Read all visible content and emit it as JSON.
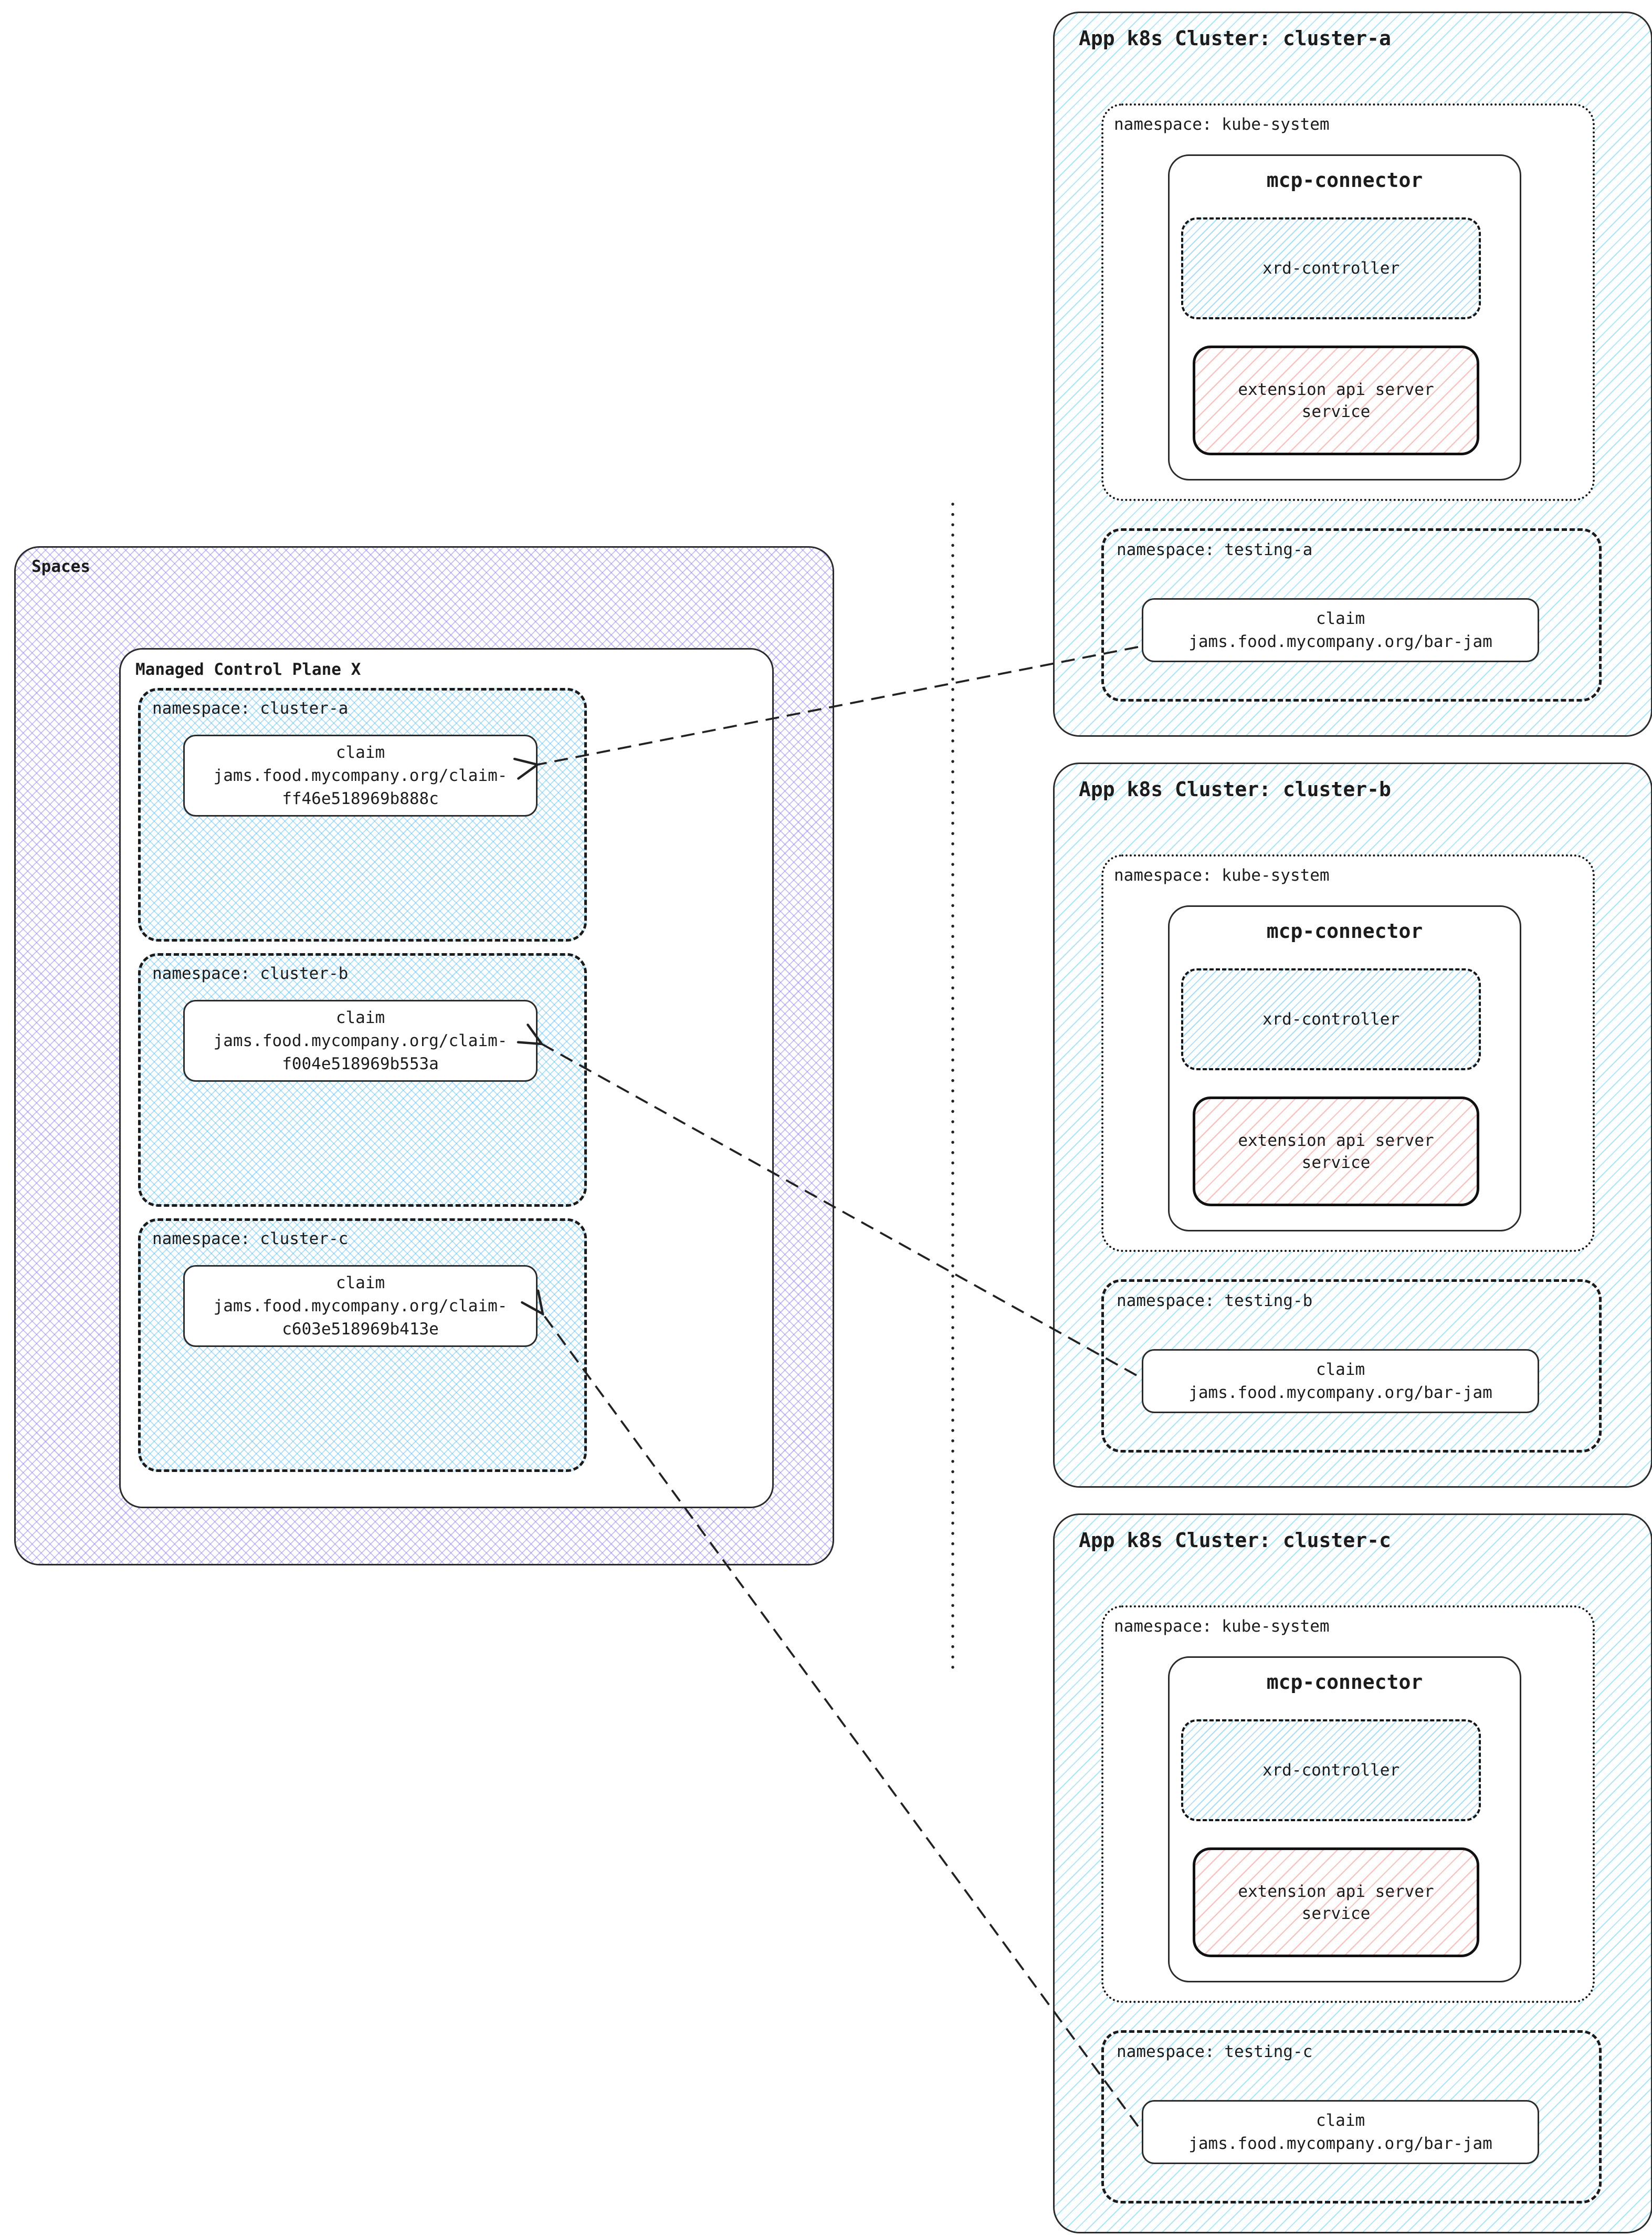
{
  "spaces": {
    "title": "Spaces",
    "control_plane": {
      "title": "Managed Control Plane X",
      "namespaces": [
        {
          "label": "namespace: cluster-a",
          "claim_lines": [
            "claim",
            "jams.food.mycompany.org/claim-",
            "ff46e518969b888c"
          ]
        },
        {
          "label": "namespace: cluster-b",
          "claim_lines": [
            "claim",
            "jams.food.mycompany.org/claim-",
            "f004e518969b553a"
          ]
        },
        {
          "label": "namespace: cluster-c",
          "claim_lines": [
            "claim",
            "jams.food.mycompany.org/claim-",
            "c603e518969b413e"
          ]
        }
      ]
    }
  },
  "clusters": [
    {
      "title": "App k8s Cluster: cluster-a",
      "kube_system_label": "namespace: kube-system",
      "mcp_connector_title": "mcp-connector",
      "xrd_controller_label": "xrd-controller",
      "extension_api_lines": [
        "extension api server",
        "service"
      ],
      "testing_label": "namespace: testing-a",
      "claim_lines": [
        "claim",
        "jams.food.mycompany.org/bar-jam"
      ]
    },
    {
      "title": "App k8s Cluster: cluster-b",
      "kube_system_label": "namespace: kube-system",
      "mcp_connector_title": "mcp-connector",
      "xrd_controller_label": "xrd-controller",
      "extension_api_lines": [
        "extension api server",
        "service"
      ],
      "testing_label": "namespace: testing-b",
      "claim_lines": [
        "claim",
        "jams.food.mycompany.org/bar-jam"
      ]
    },
    {
      "title": "App k8s Cluster: cluster-c",
      "kube_system_label": "namespace: kube-system",
      "mcp_connector_title": "mcp-connector",
      "xrd_controller_label": "xrd-controller",
      "extension_api_lines": [
        "extension api server",
        "service"
      ],
      "testing_label": "namespace: testing-c",
      "claim_lines": [
        "claim",
        "jams.food.mycompany.org/bar-jam"
      ]
    }
  ],
  "colors": {
    "spaces_hatch": "#927ee8",
    "cluster_hatch": "#68cef3",
    "namespace_cross_hatch": "#58bbf0",
    "extension_hatch": "#f08a8a",
    "line": "#222222",
    "border": "#2b2b2b",
    "background": "#ffffff"
  }
}
